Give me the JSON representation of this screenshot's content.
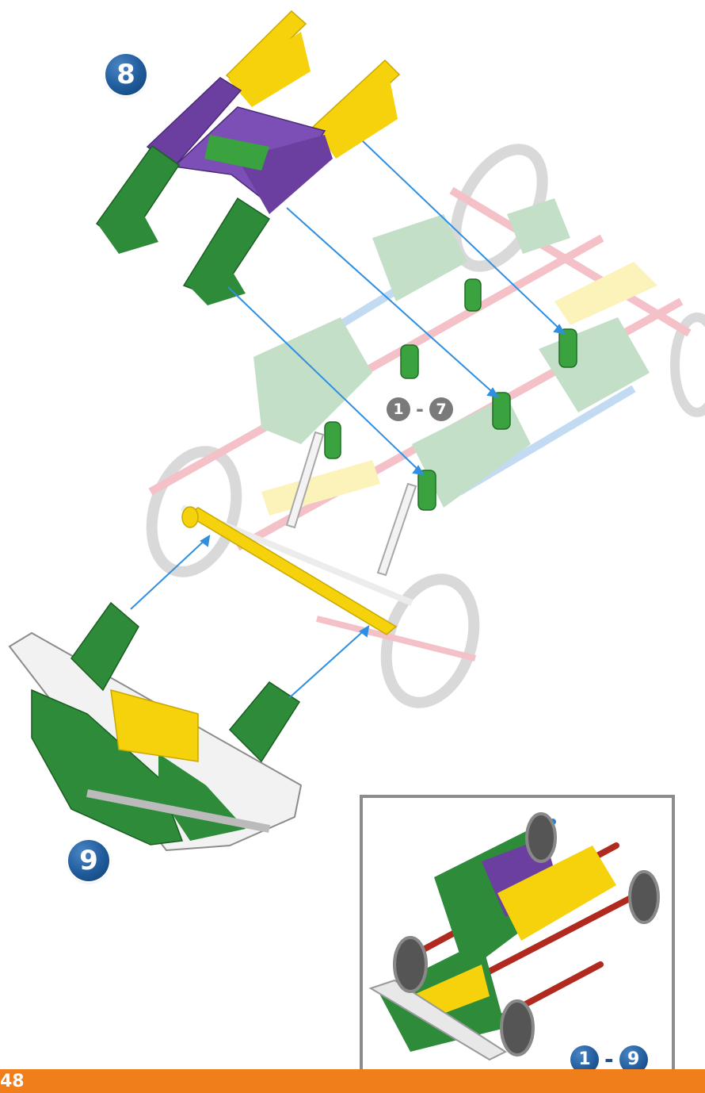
{
  "steps": {
    "step_8": "8",
    "step_9": "9"
  },
  "reference_1_7": {
    "from": "1",
    "separator": "-",
    "to": "7"
  },
  "inset": {
    "label_from": "1",
    "label_separator": "-",
    "label_to": "9"
  },
  "footer": {
    "page_number": "48"
  },
  "colors": {
    "footer_orange": "#f07e1b",
    "step_badge_blue": "#1f5b9a",
    "green_connector": "#2e8b3a",
    "yellow_connector": "#f5d20c",
    "purple_connector": "#6a3fa0",
    "arrow_blue": "#2f8fe0",
    "ghost_gray": "#7a7a7a"
  }
}
